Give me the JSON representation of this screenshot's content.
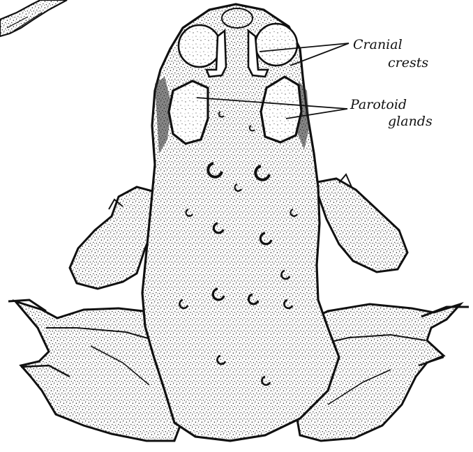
{
  "figure": {
    "labels": [
      {
        "id": "cranial",
        "lines": [
          "Cranial",
          "crests"
        ]
      },
      {
        "id": "parotoid",
        "lines": [
          "Parotoid",
          "glands"
        ]
      }
    ],
    "colors": {
      "ink": "#111111",
      "paper": "#ffffff",
      "stipple": "#1a1a1a"
    }
  }
}
